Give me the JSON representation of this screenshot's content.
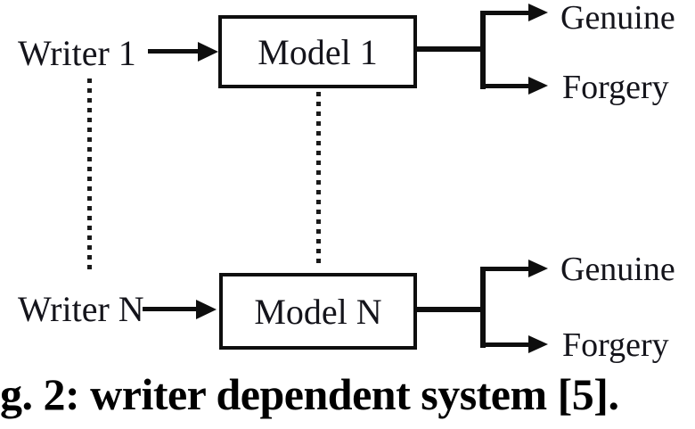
{
  "figure": {
    "caption": "g. 2: writer dependent system [5].",
    "rows": [
      {
        "writer": "Writer 1",
        "model": "Model 1",
        "genuine": "Genuine",
        "forgery": "Forgery"
      },
      {
        "writer": "Writer N",
        "model": "Model N",
        "genuine": "Genuine",
        "forgery": "Forgery"
      }
    ],
    "colors": {
      "line": "#0e0e0e",
      "text": "#14141b",
      "caption": "#000000",
      "background": "#ffffff"
    }
  }
}
